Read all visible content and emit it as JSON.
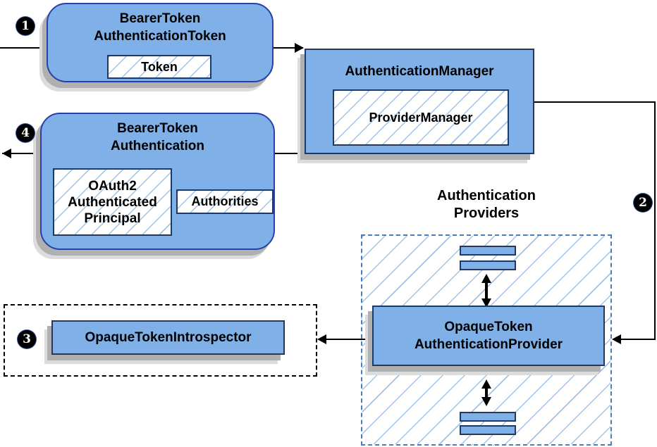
{
  "colors": {
    "node_fill": "#7FB1E8",
    "node_border": "#1F3864",
    "rounded_border": "#2B3FA8",
    "hatch_line": "#9EC4E8",
    "dashed_border_blue": "#4A7EBB",
    "dashed_border_black": "#000000",
    "arrow": "#000000",
    "badge_bg": "#000000",
    "badge_text": "#FFFFFF",
    "shadow": "#B0B0B0"
  },
  "badges": {
    "step1": "1",
    "step2": "2",
    "step3": "3",
    "step4": "4"
  },
  "nodes": {
    "bearer_token_authentication_token": {
      "title": [
        "BearerToken",
        "AuthenticationToken"
      ],
      "token_label": "Token"
    },
    "authentication_manager": {
      "title": "AuthenticationManager",
      "provider_manager_label": "ProviderManager"
    },
    "bearer_token_authentication": {
      "title": [
        "BearerToken",
        "Authentication"
      ],
      "principal": [
        "OAuth2",
        "Authenticated",
        "Principal"
      ],
      "authorities_label": "Authorities"
    },
    "authentication_providers": {
      "label": [
        "Authentication",
        "Providers"
      ]
    },
    "opaque_token_authentication_provider": {
      "title": [
        "OpaqueToken",
        "AuthenticationProvider"
      ]
    },
    "opaque_token_introspector": {
      "label": "OpaqueTokenIntrospector"
    }
  }
}
